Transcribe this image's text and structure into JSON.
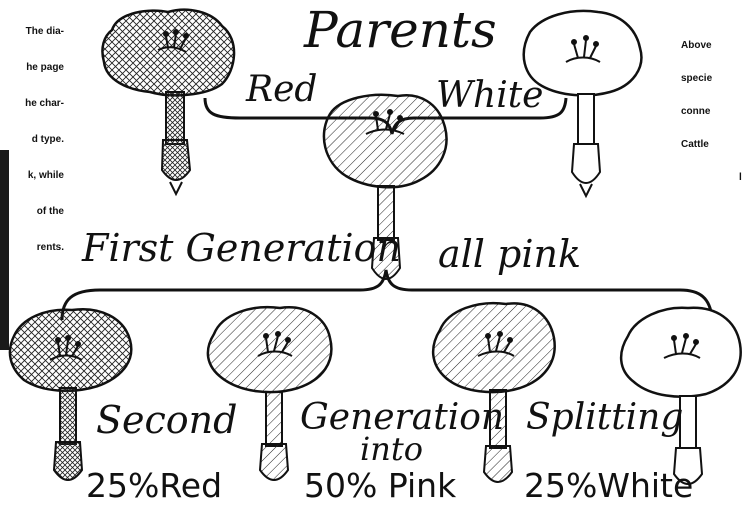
{
  "caption_left": [
    "The dia-",
    "he page",
    "he char-",
    "d type.",
    "k, while",
    "of the",
    "rents."
  ],
  "caption_right": [
    "Above",
    "specie",
    "conne",
    "Cattle",
    "l"
  ],
  "title": "Parents",
  "parent_labels": {
    "red": "Red",
    "white": "White"
  },
  "first_generation": {
    "label": "First Generation",
    "note": "all pink"
  },
  "second_generation": {
    "word1": "Second",
    "word2": "Generation",
    "word3": "into",
    "word4": "Splitting"
  },
  "percentages": {
    "red": "25%Red",
    "pink": "50% Pink",
    "white": "25%White"
  },
  "flower_types": [
    "red-crosshatched",
    "pink-hatched",
    "white-plain"
  ]
}
